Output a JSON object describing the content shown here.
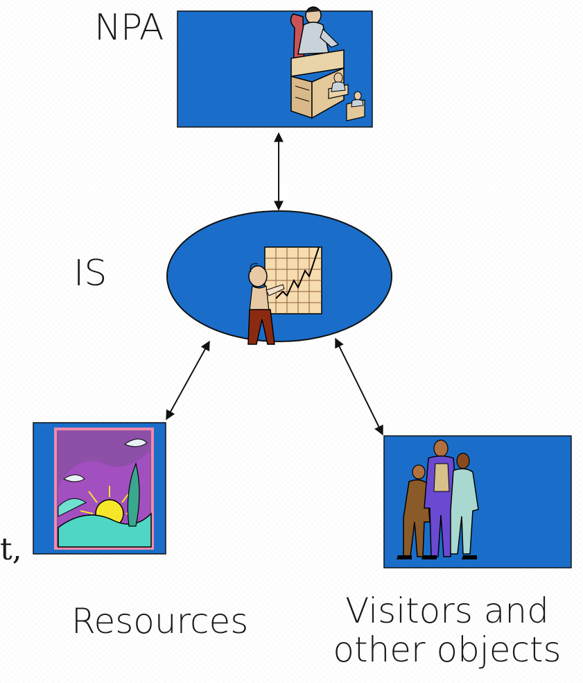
{
  "labels": {
    "npa": "NPA",
    "is": "IS",
    "resources": "Resources",
    "visitors_line1": "Visitors and",
    "visitors_line2": "other objects",
    "cut_fragment": "t,"
  },
  "colors": {
    "box_fill": "#1a6ec9",
    "stroke": "#111111"
  },
  "icons": {
    "npa_box": "official-at-desk-clipart",
    "is_ellipse": "man-presenting-growth-chart-clipart",
    "resources_box": "landscape-sunrise-clipart",
    "visitors_box": "group-of-people-clipart"
  }
}
